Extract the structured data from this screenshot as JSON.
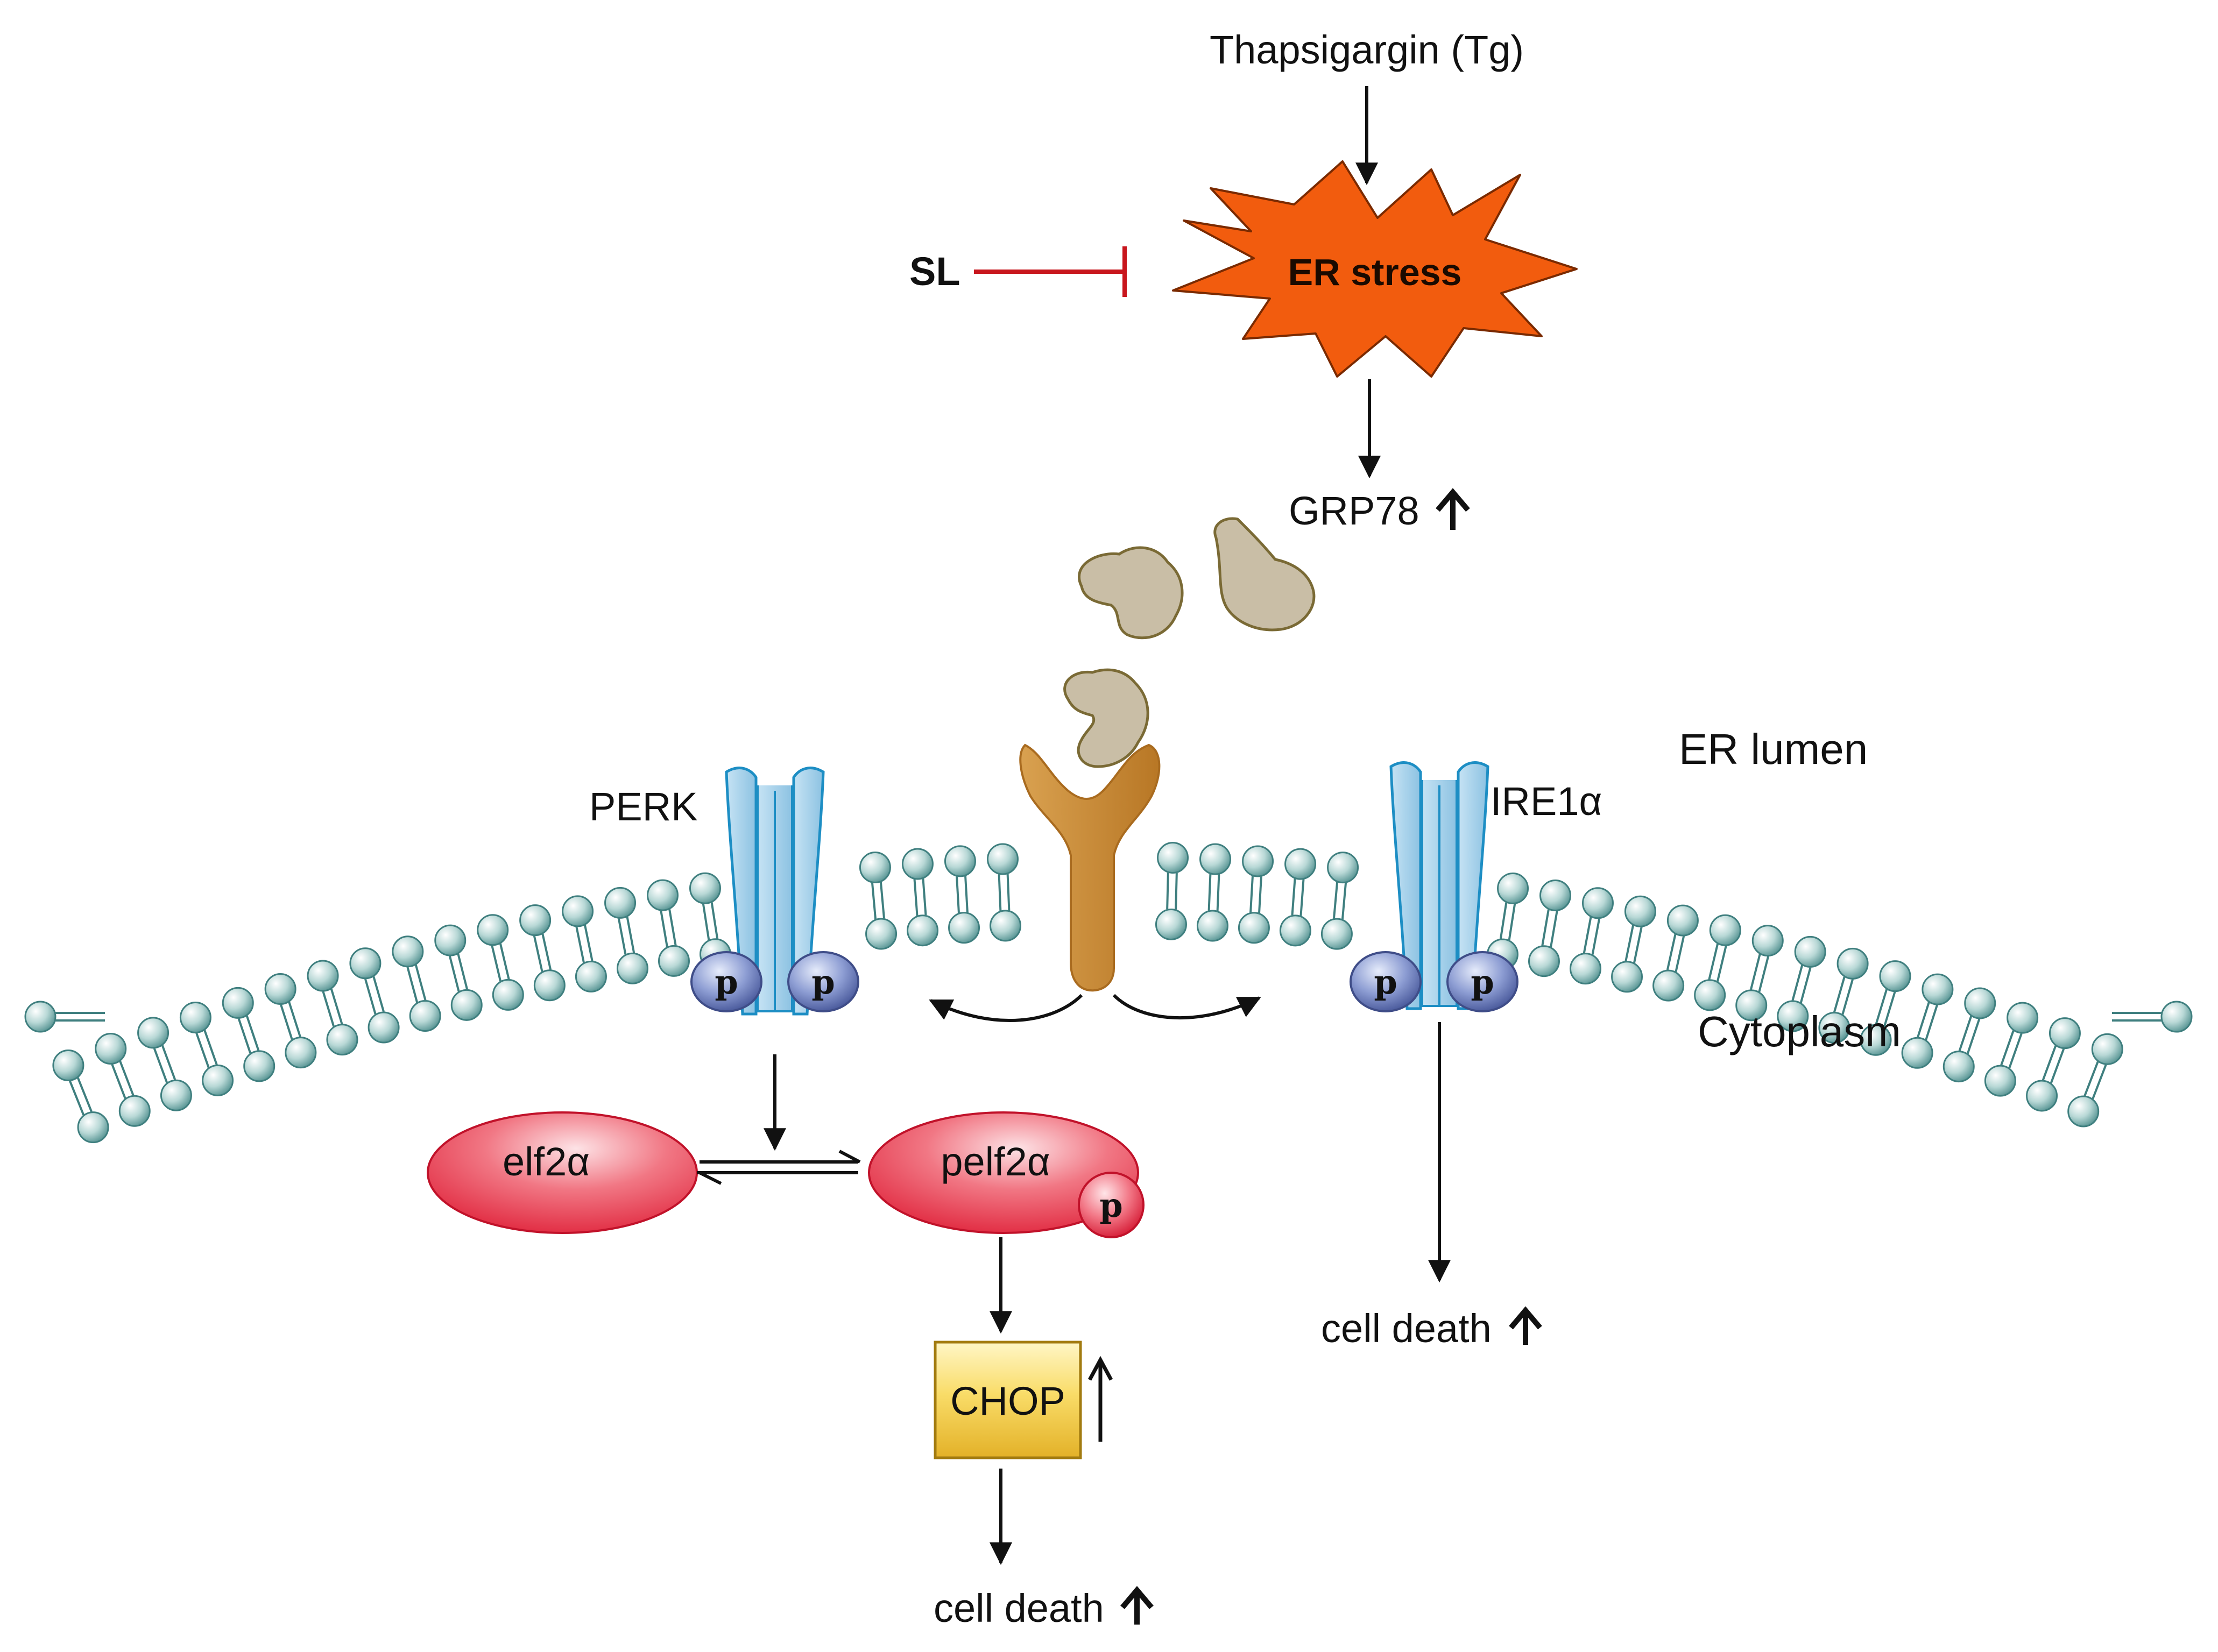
{
  "labels": {
    "thapsigargin": "Thapsigargin (Tg)",
    "sl": "SL",
    "er_stress": "ER stress",
    "grp78": "GRP78",
    "er_lumen": "ER lumen",
    "cytoplasm": "Cytoplasm",
    "perk": "PERK",
    "ire1a": "IRE1α",
    "eif2a": "elf2α",
    "peif2a": "pelf2α",
    "chop": "CHOP",
    "cell_death_left": "cell death",
    "cell_death_right": "cell death",
    "phospho": "p"
  },
  "colors": {
    "er_stress_fill": "#f25c0e",
    "inhibition_line": "#c8161d",
    "membrane_bead": "#b8d8d6",
    "membrane_bead_stroke": "#3f7f7f",
    "receptor_fill": "#a9d1ea",
    "receptor_stroke": "#1d8ec4",
    "grp78_fill": "#c9bea6",
    "grp78_stroke": "#7a6a35",
    "sensor_fill": "#cf8f3a",
    "phospho_fill": "#7f8fc8",
    "eif2a_fill": "#ef5064",
    "chop_fill": "#f6d24a",
    "arrow": "#111111"
  },
  "icons": {
    "up_arrow": "arrow-up-icon",
    "inhibit": "inhibition-bar-icon"
  }
}
